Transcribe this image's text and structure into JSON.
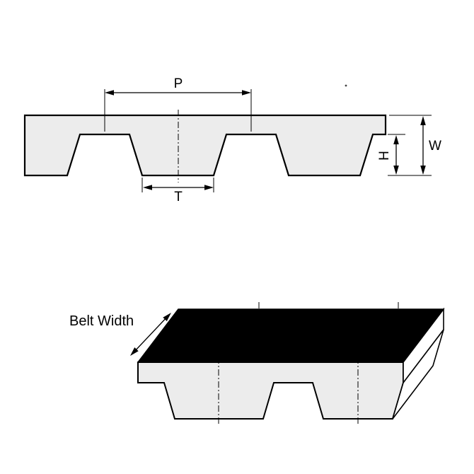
{
  "diagram": {
    "labels": {
      "pitch": "P",
      "tooth_width": "T",
      "tooth_height": "H",
      "belt_height": "W",
      "belt_width": "Belt Width"
    },
    "colors": {
      "belt_fill": "#ececec",
      "line": "#000000",
      "top_face_fill": "#000000",
      "end_face_fill": "#ffffff",
      "background": "#ffffff"
    }
  }
}
